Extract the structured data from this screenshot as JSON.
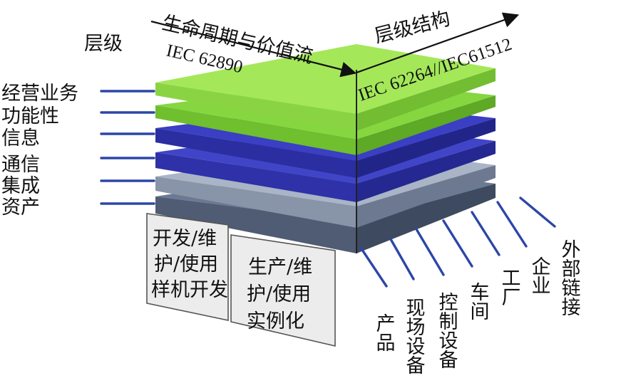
{
  "axes": {
    "lifecycle": {
      "title": "生命周期与价值流",
      "standard": "IEC 62890"
    },
    "hierarchy": {
      "title": "层级结构",
      "standard": "IEC 62264//IEC61512"
    },
    "layers_title": "层级"
  },
  "layers": [
    "经营业务",
    "功能性",
    "信息",
    "通信",
    "集成",
    "资产"
  ],
  "lifecycle_boxes": [
    {
      "lines": [
        "开发/维",
        "护/使用",
        "样机开发"
      ]
    },
    {
      "lines": [
        "生产/维",
        "护/使用",
        "实例化"
      ]
    }
  ],
  "hierarchy_levels": [
    "产品",
    "现场设备",
    "控制设备",
    "车间",
    "工厂",
    "企业",
    "外部链接"
  ],
  "colors": {
    "green_top": "#9be34a",
    "green_mid": "#7fd33a",
    "blue_1": "#3236b8",
    "blue_2": "#3a3fc4",
    "gray_1": "#8f9bb0",
    "gray_2": "#5f6e86",
    "connector": "#2c46a8",
    "box_fill": "#ececec"
  }
}
